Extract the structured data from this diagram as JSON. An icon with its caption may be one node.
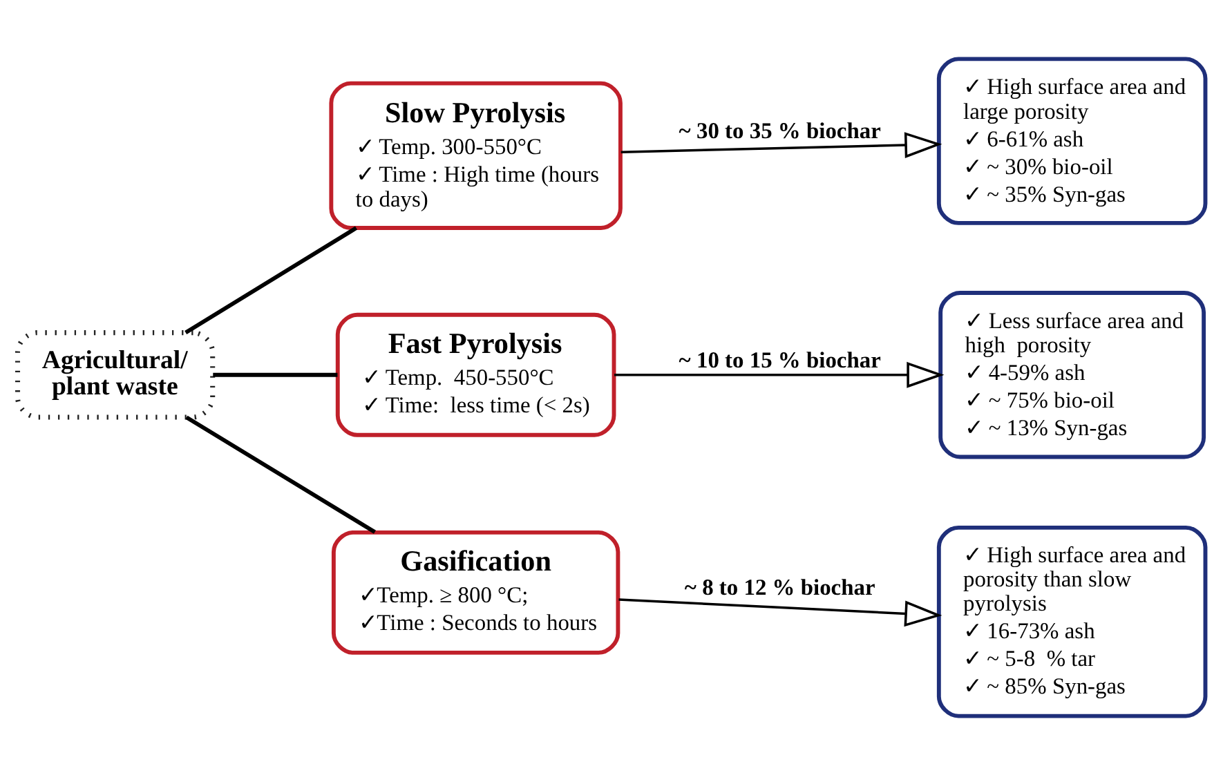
{
  "diagram": {
    "nodes": [
      {
        "text": [
          "Agricultural/ plant waste"
        ]
      },
      {
        "text": [
          "Slow Pyrolysis",
          "✓ Temp. 300-550°C",
          "✓ Time : High time (hours to days)"
        ]
      },
      {
        "text": [
          "Fast Pyrolysis",
          "✓ Temp.  450-550°C",
          "✓ Time:  less time (< 2s)"
        ]
      },
      {
        "text": [
          "Gasification",
          "✓Temp. ≥ 800 °C;",
          "✓Time : Seconds to hours"
        ]
      },
      {
        "text": [
          "✓ High surface area and large porosity",
          "✓ 6-61% ash",
          "✓ ~ 30% bio-oil",
          "✓ ~ 35% Syn-gas"
        ]
      },
      {
        "text": [
          "✓ Less surface area and high  porosity",
          "✓ 4-59% ash",
          "✓ ~ 75% bio-oil",
          "✓ ~ 13% Syn-gas"
        ]
      },
      {
        "text": [
          "✓ High surface area and porosity than slow pyrolysis",
          "✓ 16-73% ash",
          "✓ ~ 5-8  % tar",
          "✓ ~ 85% Syn-gas"
        ]
      }
    ],
    "edges": [
      {
        "from": 0,
        "to": 1,
        "arrow": "none"
      },
      {
        "from": 0,
        "to": 2,
        "arrow": "none"
      },
      {
        "from": 0,
        "to": 3,
        "arrow": "none"
      },
      {
        "from": 1,
        "to": 4,
        "arrow": "to",
        "label": "~ 30 to 35 % biochar"
      },
      {
        "from": 2,
        "to": 5,
        "arrow": "to",
        "label": "~ 10 to 15 % biochar"
      },
      {
        "from": 3,
        "to": 6,
        "arrow": "to",
        "label": "~ 8 to 12 % biochar"
      }
    ]
  }
}
